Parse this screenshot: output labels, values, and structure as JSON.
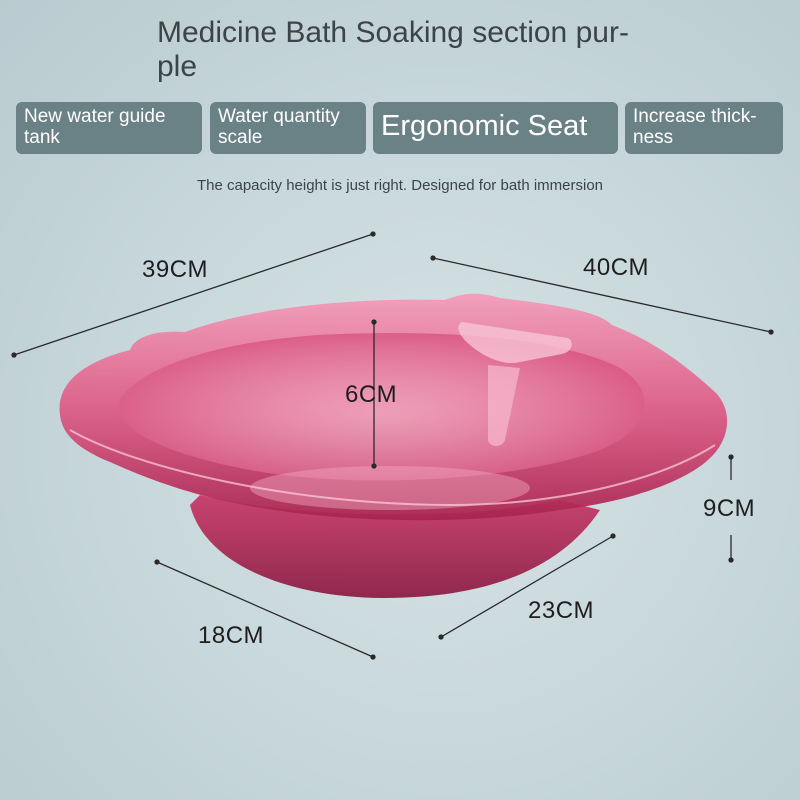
{
  "title": "Medicine Bath Soaking section pur-\nple",
  "tags": [
    {
      "label": "New water guide tank"
    },
    {
      "label": "Water quantity scale"
    },
    {
      "label": "Ergonomic Seat"
    },
    {
      "label": "Increase thick-ness"
    }
  ],
  "subtitle": "The capacity height is just right. Designed for bath immersion",
  "dimensions": {
    "width_left": "39CM",
    "width_right": "40CM",
    "depth": "6CM",
    "height": "9CM",
    "base_left": "18CM",
    "base_right": "23CM"
  },
  "colors": {
    "product_pink": "#e0507e",
    "tag_bg": "#6a8286"
  }
}
